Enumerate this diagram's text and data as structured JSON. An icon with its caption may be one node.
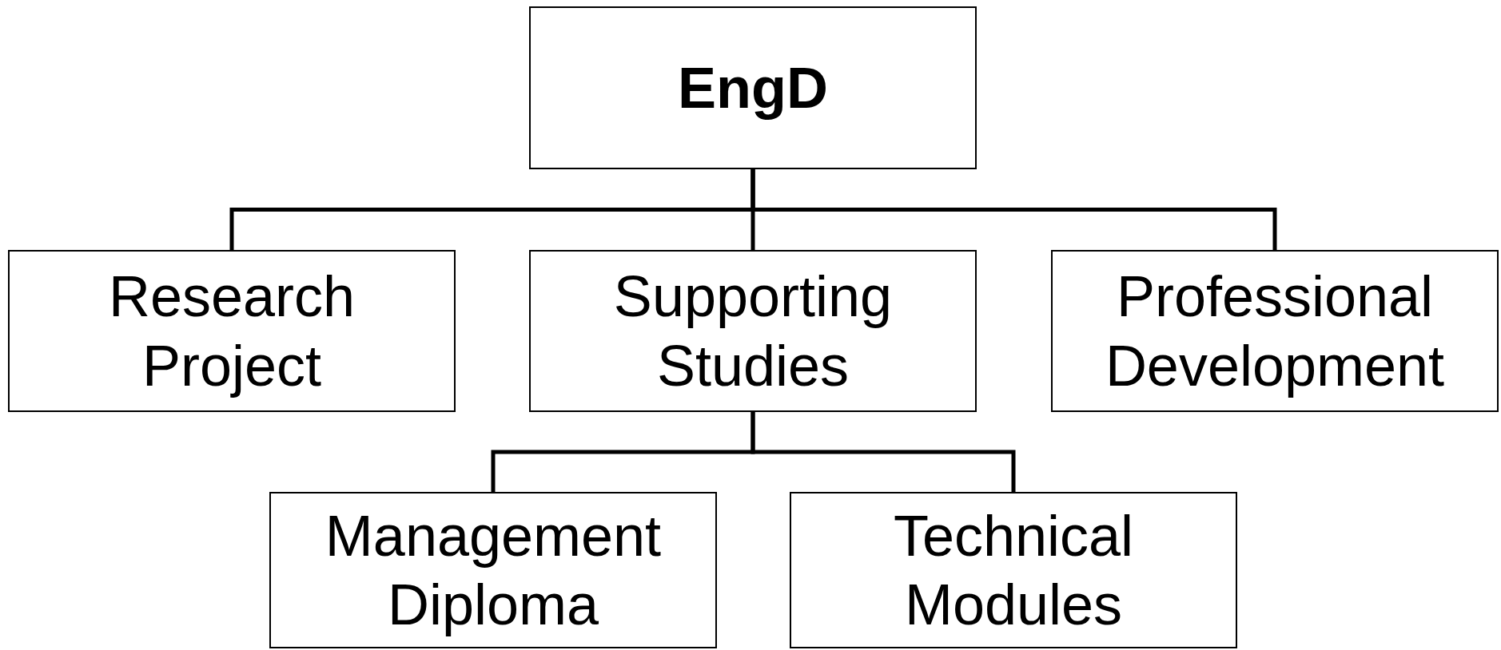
{
  "diagram": {
    "nodes": [
      {
        "text": [
          "EngD"
        ]
      },
      {
        "text": [
          "Research Project"
        ]
      },
      {
        "text": [
          "Supporting Studies"
        ]
      },
      {
        "text": [
          "Professional Development"
        ]
      },
      {
        "text": [
          "Management Diploma"
        ]
      },
      {
        "text": [
          "Technical Modules"
        ]
      }
    ],
    "edges": [
      {
        "from": 0,
        "to": 1,
        "arrow": "none"
      },
      {
        "from": 0,
        "to": 2,
        "arrow": "none"
      },
      {
        "from": 0,
        "to": 3,
        "arrow": "none"
      },
      {
        "from": 2,
        "to": 4,
        "arrow": "none"
      },
      {
        "from": 2,
        "to": 5,
        "arrow": "none"
      }
    ]
  }
}
